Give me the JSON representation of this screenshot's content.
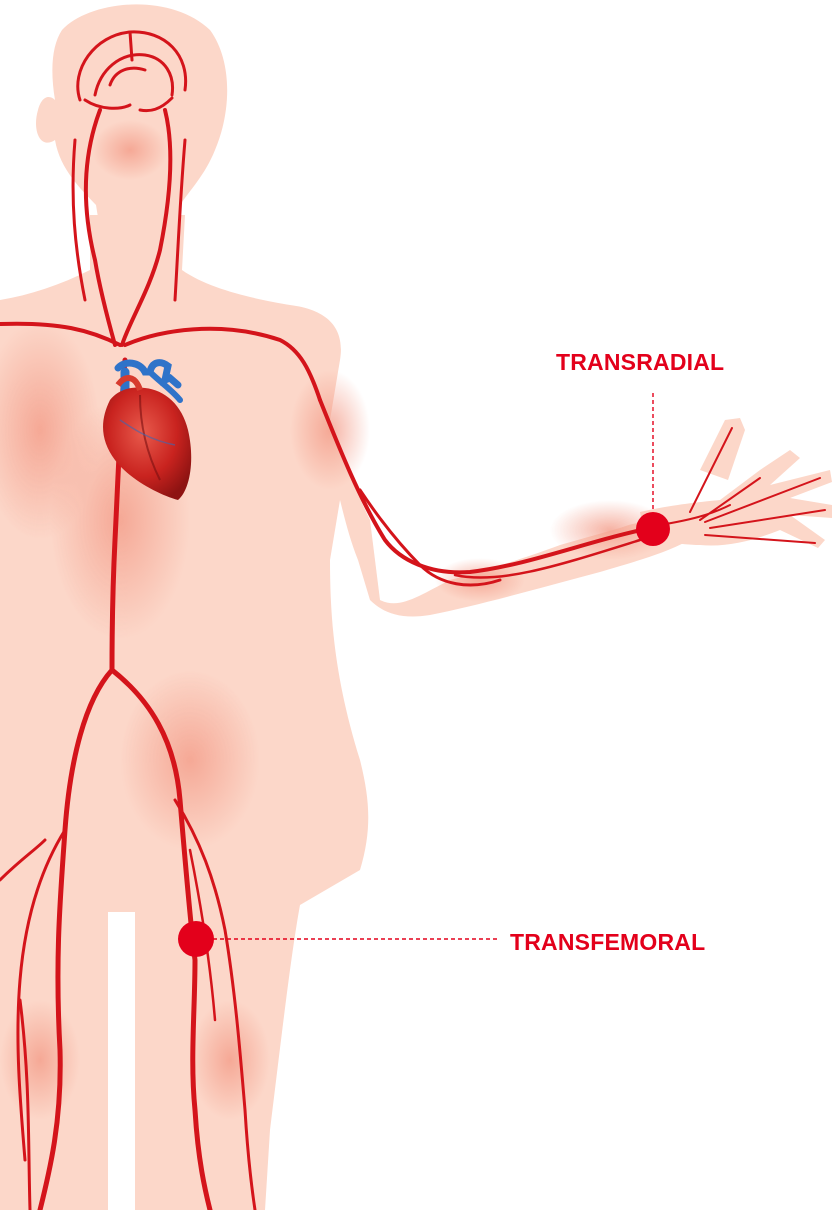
{
  "access_sites": {
    "transradial": {
      "label": "TRANSRADIAL"
    },
    "transfemoral": {
      "label": "TRANSFEMORAL"
    }
  },
  "colors": {
    "accent": "#e3001b",
    "artery": "#d4141b",
    "body_skin": "#fcd7c9",
    "body_glow": "#f39a86",
    "background": "#ffffff"
  },
  "icons": {
    "heart": "heart-icon",
    "marker": "access-point-marker"
  }
}
